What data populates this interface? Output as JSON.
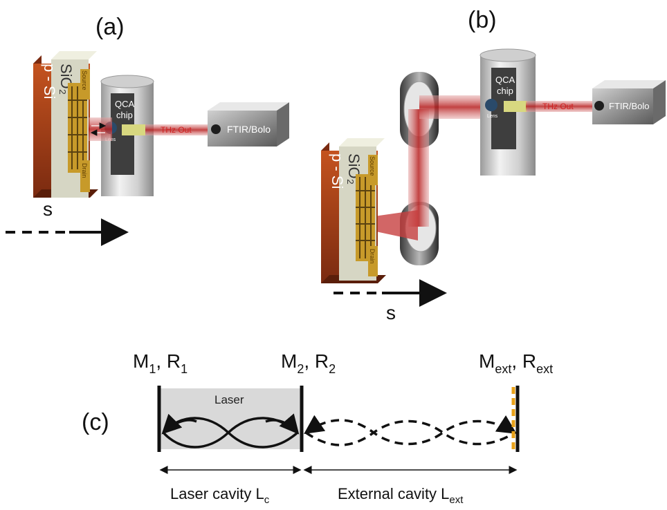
{
  "panels": {
    "a": {
      "label": "(a)"
    },
    "b": {
      "label": "(b)"
    },
    "c": {
      "label": "(c)"
    }
  },
  "device": {
    "substrate": "p - Si",
    "oxide": "SiO₂",
    "source": "Source",
    "drain": "Drain"
  },
  "qca": {
    "line1": "QCA",
    "line2": "chip",
    "lens": "Lens"
  },
  "beam": {
    "thz_out": "THz Out"
  },
  "detector": {
    "label": "FTIR/Bolo"
  },
  "displacement": {
    "symbol": "s"
  },
  "cavity": {
    "m1": {
      "base": "M",
      "sub": "1",
      "r_base": "R",
      "r_sub": "1"
    },
    "m2": {
      "base": "M",
      "sub": "2",
      "r_base": "R",
      "r_sub": "2"
    },
    "mext": {
      "base": "M",
      "sub": "ext",
      "r_base": "R",
      "r_sub": "ext"
    },
    "laser_label": "Laser",
    "laser_cavity": {
      "base": "Laser cavity L",
      "sub": "c"
    },
    "external_cavity": {
      "base": "External cavity L",
      "sub": "ext"
    }
  },
  "colors": {
    "beam": "#c0302f",
    "substrate": "#a0401a",
    "oxide": "#d8d8c8",
    "gold": "#c79a2a",
    "mirror_ext": "#e8a21a"
  }
}
